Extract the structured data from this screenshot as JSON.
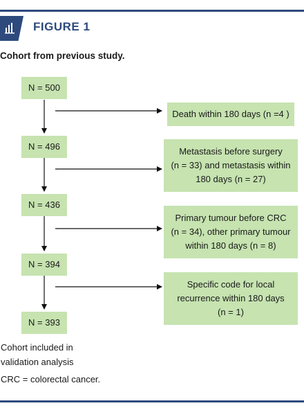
{
  "figure": {
    "title": "FIGURE 1",
    "subtitle": "Cohort from previous study."
  },
  "flow": {
    "counts": [
      "N = 500",
      "N = 496",
      "N = 436",
      "N = 394",
      "N = 393"
    ],
    "exclusions": [
      "Death within 180 days (n =4 )",
      "Metastasis before surgery\n(n = 33) and metastasis within\n180 days (n = 27)",
      "Primary tumour before CRC\n(n = 34), other primary tumour\nwithin 180 days (n = 8)",
      "Specific code for local\nrecurrence within 180 days\n(n = 1)"
    ]
  },
  "footer": {
    "note": "Cohort included in\nvalidation analysis",
    "abbrev": "CRC = colorectal cancer."
  },
  "colors": {
    "accent": "#2e4a7d",
    "box_fill": "#c6e3b0"
  },
  "icons": {
    "figure_badge": "bar-chart-icon"
  }
}
